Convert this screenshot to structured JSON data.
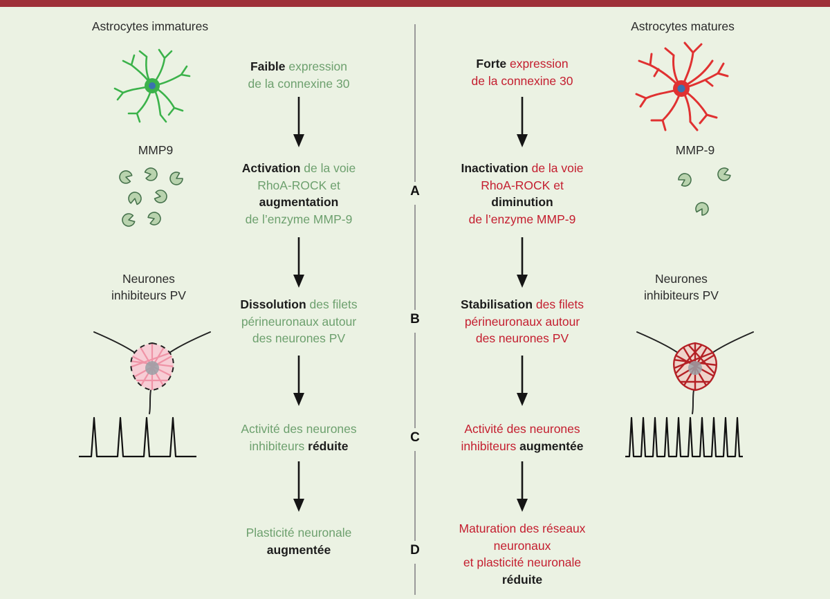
{
  "divider_letters": [
    "A",
    "B",
    "C",
    "D"
  ],
  "columns": {
    "left": {
      "header": "Astrocytes immatures",
      "mmp_label": "MMP9",
      "neuron_label": "Neurones\ninhibiteurs PV",
      "steps": [
        [
          {
            "text": "Faible",
            "cls": "b"
          },
          {
            "text": " expression\nde la connexine 30",
            "cls": "g"
          }
        ],
        [
          {
            "text": "Activation",
            "cls": "b"
          },
          {
            "text": " de la voie\nRhoA-ROCK et\n",
            "cls": "g"
          },
          {
            "text": "augmentation",
            "cls": "b"
          },
          {
            "text": "\nde l’enzyme MMP-9",
            "cls": "g"
          }
        ],
        [
          {
            "text": "Dissolution",
            "cls": "b"
          },
          {
            "text": " des filets\npérineuronaux autour\ndes neurones PV",
            "cls": "g"
          }
        ],
        [
          {
            "text": "Activité des neurones\ninhibiteurs ",
            "cls": "g"
          },
          {
            "text": "réduite",
            "cls": "b"
          }
        ],
        [
          {
            "text": "Plasticité neuronale\n",
            "cls": "g"
          },
          {
            "text": "augmentée",
            "cls": "b"
          }
        ]
      ]
    },
    "right": {
      "header": "Astrocytes matures",
      "mmp_label": "MMP-9",
      "neuron_label": "Neurones\ninhibiteurs PV",
      "steps": [
        [
          {
            "text": "Forte",
            "cls": "b"
          },
          {
            "text": " expression\nde la connexine 30",
            "cls": "r"
          }
        ],
        [
          {
            "text": "Inactivation",
            "cls": "b"
          },
          {
            "text": " de la voie\nRhoA-ROCK et\n",
            "cls": "r"
          },
          {
            "text": "diminution",
            "cls": "b"
          },
          {
            "text": "\nde l’enzyme MMP-9",
            "cls": "r"
          }
        ],
        [
          {
            "text": "Stabilisation",
            "cls": "b"
          },
          {
            "text": " des filets\npérineuronaux autour\ndes neurones PV",
            "cls": "r"
          }
        ],
        [
          {
            "text": "Activité des neurones\ninhibiteurs ",
            "cls": "r"
          },
          {
            "text": "augmentée",
            "cls": "b"
          }
        ],
        [
          {
            "text": "Maturation des réseaux\nneuronaux\net plasticité neuronale\n",
            "cls": "r"
          },
          {
            "text": "réduite",
            "cls": "b"
          }
        ]
      ]
    }
  },
  "icons": {
    "left_astrocyte": "astrocyte-immature-icon",
    "right_astrocyte": "astrocyte-mature-icon",
    "left_enzymes": "mmp9-enzyme-cluster-icon",
    "right_enzymes": "mmp9-enzyme-sparse-icon",
    "left_neuron": "pv-neuron-dissolving-net-icon",
    "right_neuron": "pv-neuron-stable-net-icon",
    "left_spikes": "low-activity-spike-train-icon",
    "right_spikes": "high-activity-spike-train-icon",
    "arrow": "down-arrow-icon"
  },
  "colors": {
    "top_bar": "#9e3039",
    "background": "#ebf2e3",
    "green_text": "#6da06e",
    "red_text": "#c41e2f",
    "dark_text": "#1c1c1c",
    "divider": "#999999",
    "astrocyte_green": "#3bb24a",
    "astrocyte_red": "#e03131",
    "nucleus_blue": "#3a72b0",
    "enzyme_fill": "#b9d3ae",
    "enzyme_stroke": "#46724c",
    "pnn_fill_left": "#f7cdd5",
    "pnn_mesh_left": "#ef93a6",
    "pnn_fill_right": "#eed3ca",
    "pnn_mesh_right": "#b42025"
  }
}
